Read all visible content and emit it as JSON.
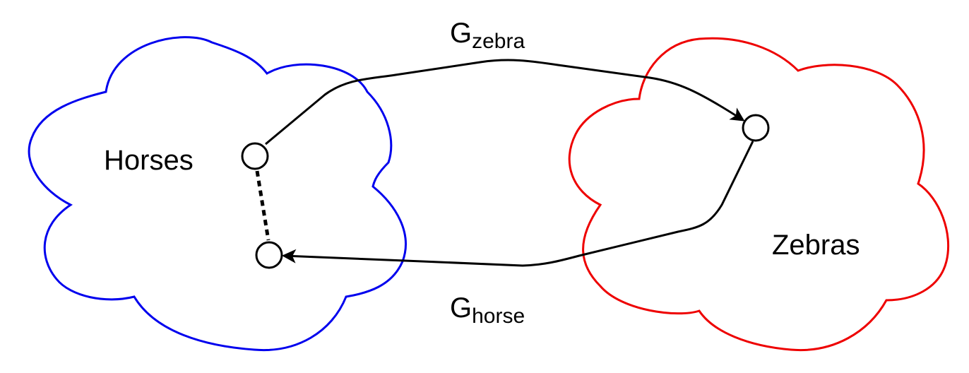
{
  "colors": {
    "horses_cloud": "#0000ee",
    "zebras_cloud": "#ee0000",
    "edges": "#000000"
  },
  "labels": {
    "horses": "Horses",
    "zebras": "Zebras"
  },
  "edges": {
    "g_zebra": {
      "letter": "G",
      "subscript": "zebra"
    },
    "g_horse": {
      "letter": "G",
      "subscript": "horse"
    }
  }
}
